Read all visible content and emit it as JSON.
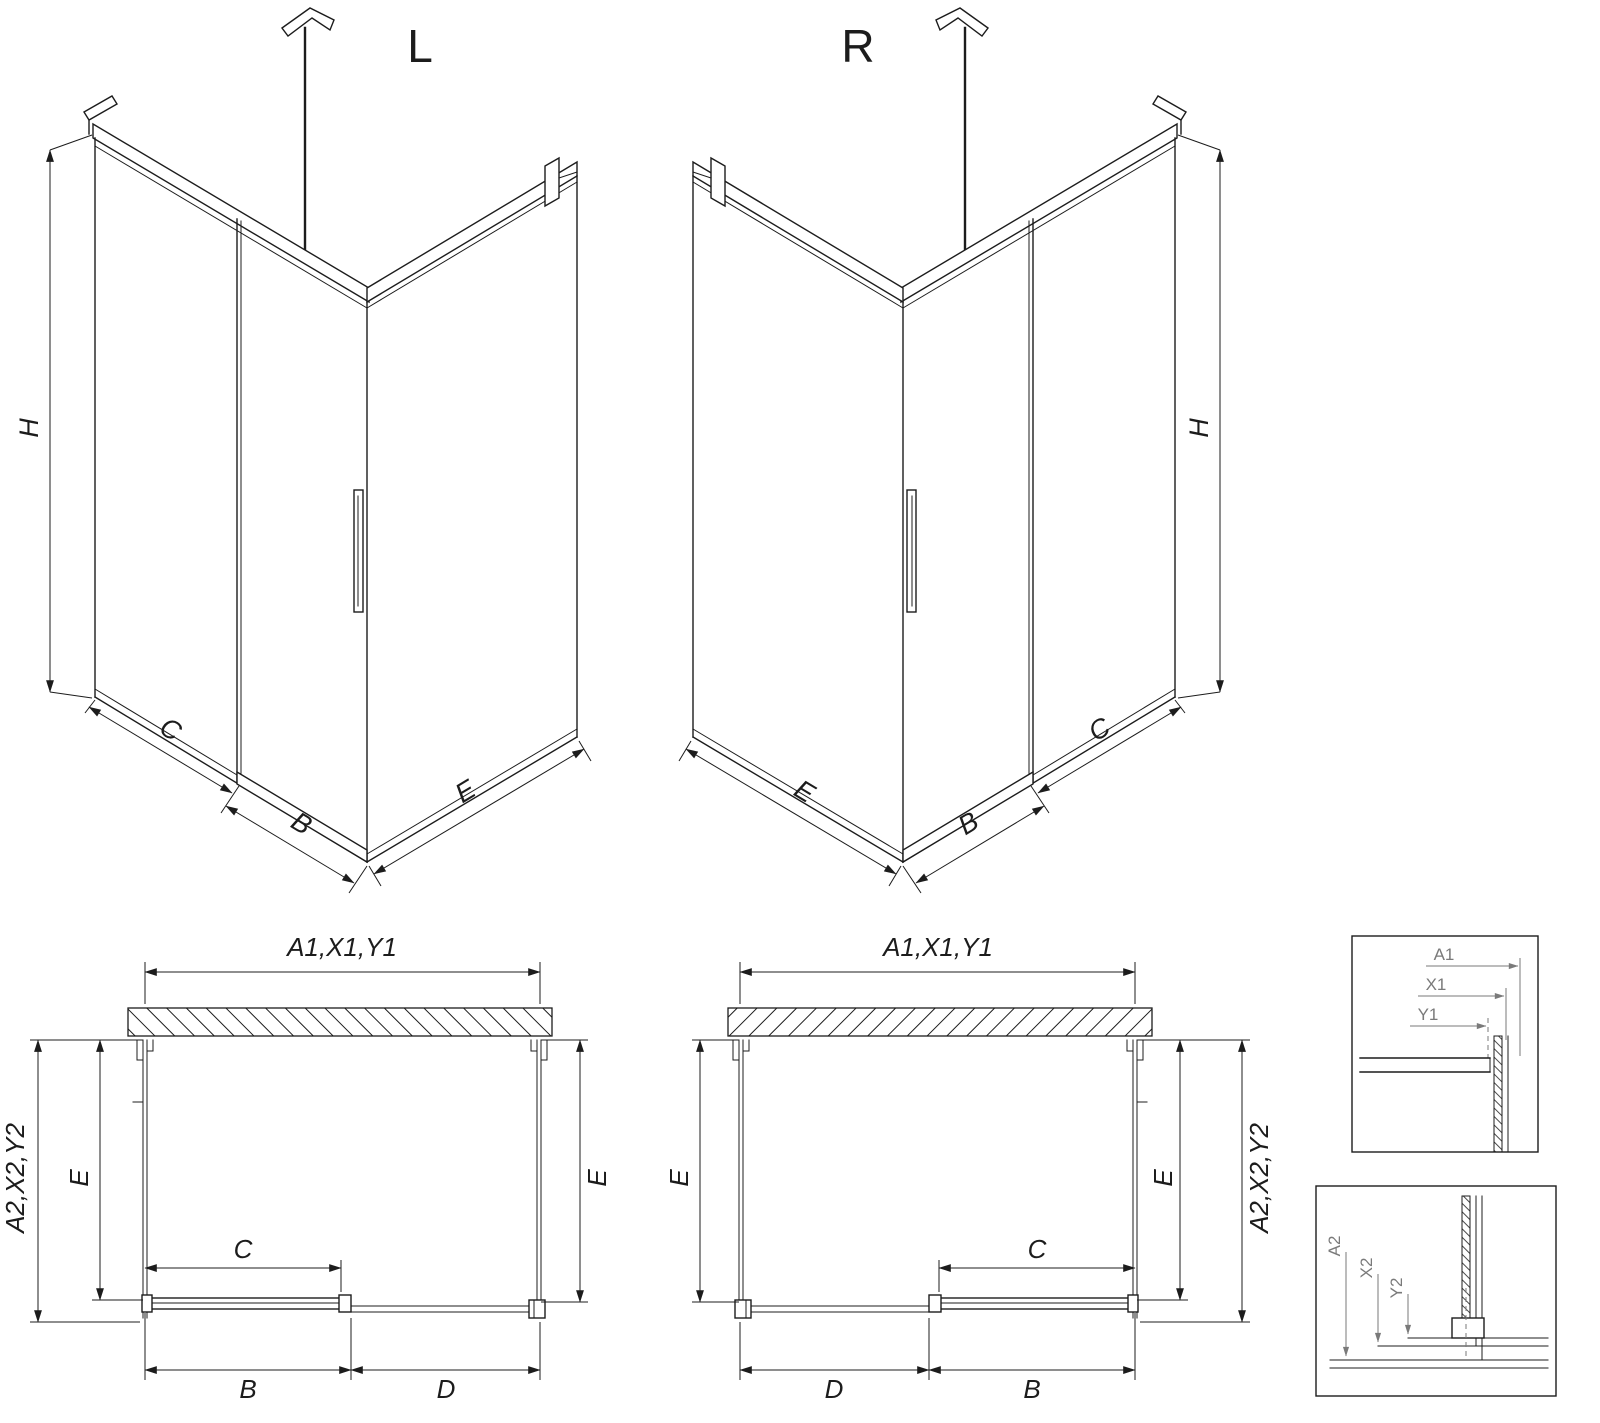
{
  "colors": {
    "line_color": "#1c1c1c",
    "detail_label_color": "#7a7a7a",
    "background": "#ffffff"
  },
  "iso_left": {
    "title": "L",
    "dim_height": "H",
    "dim_fixed": "C",
    "dim_door": "B",
    "dim_side": "E"
  },
  "iso_right": {
    "title": "R",
    "dim_height": "H",
    "dim_fixed": "C",
    "dim_door": "B",
    "dim_side": "E"
  },
  "plan_left": {
    "dim_width_top": "A1,X1,Y1",
    "dim_depth_outer": "A2,X2,Y2",
    "dim_depth_left": "E",
    "dim_depth_right": "E",
    "dim_opening": "C",
    "dim_door": "B",
    "dim_fixed_front": "D"
  },
  "plan_right": {
    "dim_width_top": "A1,X1,Y1",
    "dim_depth_outer": "A2,X2,Y2",
    "dim_depth_left": "E",
    "dim_depth_right": "E",
    "dim_opening": "C",
    "dim_door": "B",
    "dim_fixed_front": "D"
  },
  "detail_top": {
    "dim_a1": "A1",
    "dim_x1": "X1",
    "dim_y1": "Y1"
  },
  "detail_bottom": {
    "dim_a2": "A2",
    "dim_x2": "X2",
    "dim_y2": "Y2"
  }
}
